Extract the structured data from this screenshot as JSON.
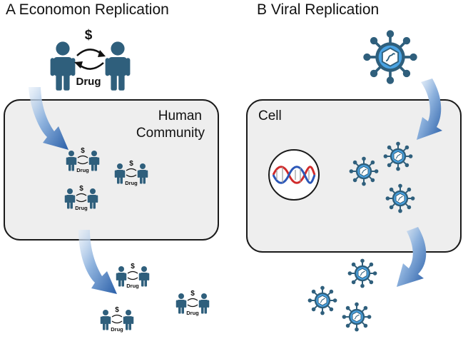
{
  "panel_a": {
    "heading": "A  Economon Replication",
    "box_label_line1": "Human",
    "box_label_line2": "Community",
    "money_symbol": "$",
    "drug_label": "Drug"
  },
  "panel_b": {
    "heading": "B  Viral Replication",
    "box_label": "Cell"
  },
  "colors": {
    "figure": "#2f5f7c",
    "box_fill": "#eeeeee",
    "box_stroke": "#1a1a1a",
    "arrow_light": "#dce8f6",
    "arrow_dark": "#2d63ac",
    "virus_ring": "#3b8fd4",
    "virus_core": "#bfe0f5",
    "dna_red": "#d12b2b",
    "dna_blue": "#2b57b8"
  }
}
